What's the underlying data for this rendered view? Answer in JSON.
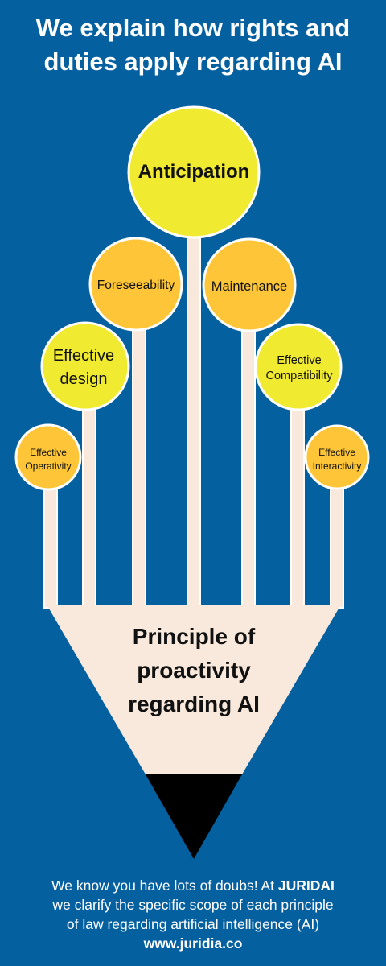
{
  "header": {
    "title_line1": "We explain how rights and",
    "title_line2": "duties apply regarding AI"
  },
  "pencil": {
    "label_line1": "Principle of",
    "label_line2": "proactivity",
    "label_line3": "regarding AI"
  },
  "nodes": {
    "anticipation": [
      "Anticipation"
    ],
    "foreseeability": [
      "Foreseeability"
    ],
    "maintenance": [
      "Maintenance"
    ],
    "effective_design": [
      "Effective",
      "design"
    ],
    "effective_compatibility": [
      "Effective",
      "Compatibility"
    ],
    "effective_operativity": [
      "Effective",
      "Operativity"
    ],
    "effective_interactivity": [
      "Effective",
      "Interactivity"
    ]
  },
  "footer": {
    "line1_text": "We know you have lots of doubs! At ",
    "brand": "JURIDAI",
    "line2": "we clarify the specific scope of each principle",
    "line3": "of law regarding artificial intelligence (AI)",
    "url": "www.juridia.co"
  },
  "colors": {
    "background": "#0560a0",
    "yellow": "#f0ea30",
    "orange": "#fdc537",
    "wood": "#f8e9dc",
    "lead": "#000000"
  }
}
